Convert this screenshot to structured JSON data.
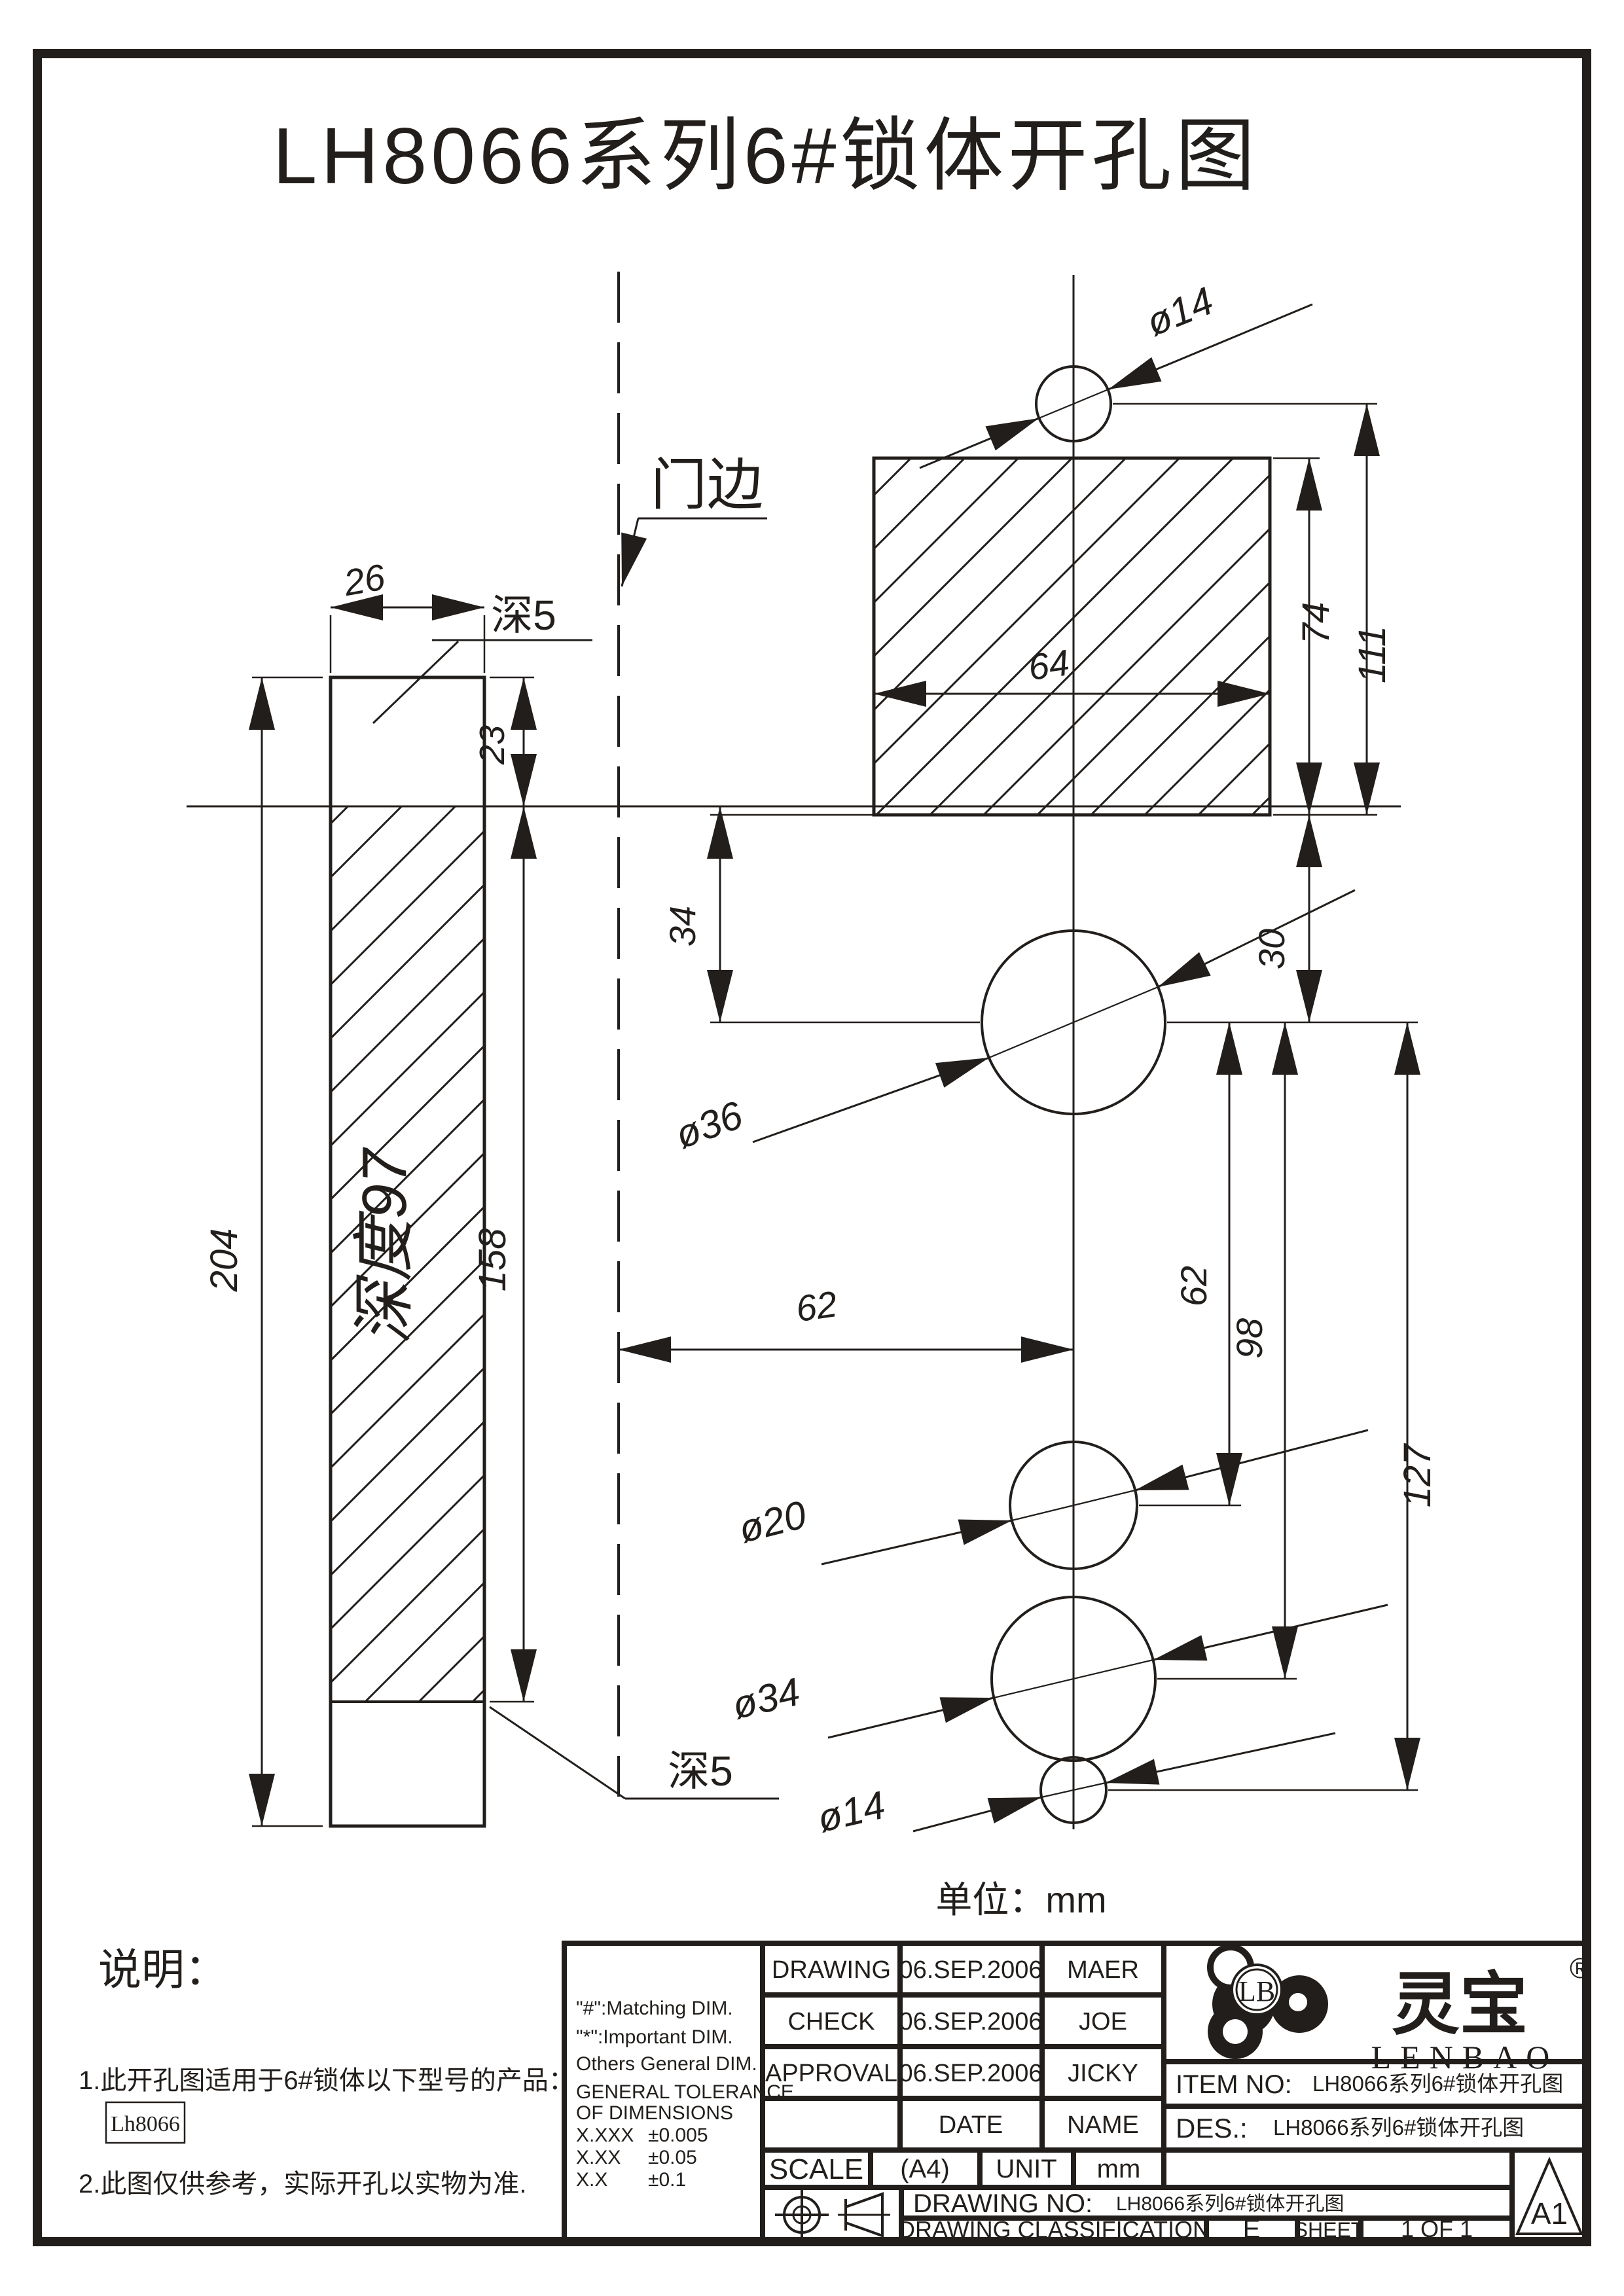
{
  "page": {
    "title": "LH8066系列6#锁体开孔图",
    "unit_note": "单位：mm"
  },
  "drawing": {
    "labels": {
      "door_edge": "门边",
      "depth5_top": "深5",
      "depth5_bottom": "深5",
      "depth97": "深度97"
    },
    "dims": {
      "d26": "26",
      "d23": "23",
      "d158": "158",
      "d204": "204",
      "d64": "64",
      "d74": "74",
      "d111": "111",
      "d30": "30",
      "d34": "34",
      "d62_horizontal": "62",
      "d62_vertical": "62",
      "d98": "98",
      "d127": "127"
    },
    "holes": {
      "top": "ø14",
      "spindle": "ø36",
      "key": "ø20",
      "cylinder": "ø34",
      "bottom": "ø14"
    }
  },
  "notes": {
    "heading": "说明：",
    "item1": "1.此开孔图适用于6#锁体以下型号的产品：",
    "model": "Lh8066",
    "item2": "2.此图仅供参考，实际开孔以实物为准."
  },
  "title_block": {
    "legend": {
      "matching": "\"#\":Matching  DIM.",
      "important": "\"*\":Important  DIM.",
      "others": "Others General  DIM.",
      "tol_title1": "GENERAL TOLERANCE",
      "tol_title2": "OF DIMENSIONS",
      "tol_rows": [
        {
          "code": "X.XXX",
          "value": "±0.005"
        },
        {
          "code": "X.XX",
          "value": "±0.05"
        },
        {
          "code": "X.X",
          "value": "±0.1"
        }
      ]
    },
    "approvals": [
      {
        "role": "DRAWING",
        "date": "06.SEP.2006",
        "name": "MAER"
      },
      {
        "role": "CHECK",
        "date": "06.SEP.2006",
        "name": "JOE"
      },
      {
        "role": "APPROVAL",
        "date": "06.SEP.2006",
        "name": "JICKY"
      }
    ],
    "date_label": "DATE",
    "name_label": "NAME",
    "scale_label": "SCALE",
    "scale_value": "(A4)",
    "unit_label": "UNIT",
    "unit_value": "mm",
    "item_no_label": "ITEM NO:",
    "item_no_value": "LH8066系列6#锁体开孔图",
    "des_label": "DES.:",
    "des_value": "LH8066系列6#锁体开孔图",
    "drawing_no_label": "DRAWING NO:",
    "drawing_no_value": "LH8066系列6#锁体开孔图",
    "classification_label": "DRAWING CLASSIFICATION",
    "classification_value": "E",
    "sheet_label": "SHEET",
    "sheet_value": "1 OF 1",
    "size_code": "A1",
    "brand": {
      "initials": "LB",
      "cn": "灵宝",
      "registered": "®",
      "en": "LENBAO"
    }
  }
}
